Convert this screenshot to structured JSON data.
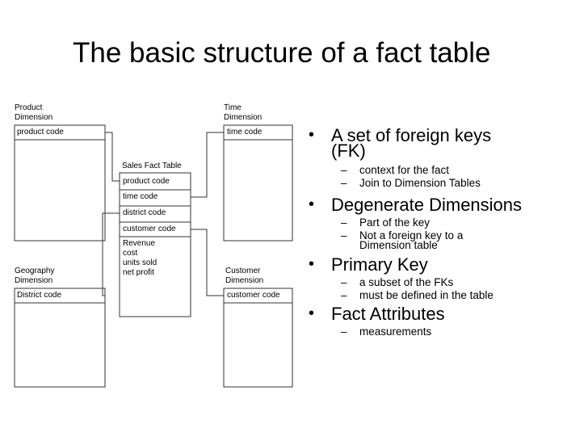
{
  "slide": {
    "title": "The basic structure of a fact table"
  },
  "diagram": {
    "product_dimension": {
      "label_line1": "Product",
      "label_line2": "Dimension",
      "field": "product code"
    },
    "time_dimension": {
      "label_line1": "Time",
      "label_line2": "Dimension",
      "field": "time code"
    },
    "geography_dimension": {
      "label_line1": "Geography",
      "label_line2": "Dimension",
      "field": "District code"
    },
    "customer_dimension": {
      "label_line1": "Customer",
      "label_line2": "Dimension",
      "field": "customer code"
    },
    "fact_table": {
      "label": "Sales Fact Table",
      "keys": [
        "product code",
        "time code",
        "district code",
        "customer code"
      ],
      "measures": [
        "Revenue",
        "cost",
        "units sold",
        "net profit"
      ]
    }
  },
  "bullets": [
    {
      "text_line1": "A set of foreign keys",
      "text_line2": "(FK)",
      "subs": [
        {
          "line1": "context for the fact"
        },
        {
          "line1": "Join to Dimension Tables"
        }
      ]
    },
    {
      "text_line1": "Degenerate Dimensions",
      "subs": [
        {
          "line1": "Part of the key"
        },
        {
          "line1": "Not a foreign key to a",
          "line2": "Dimension table"
        }
      ]
    },
    {
      "text_line1": "Primary Key",
      "subs": [
        {
          "line1": "a subset of the FKs"
        },
        {
          "line1": "must be defined in the table"
        }
      ]
    },
    {
      "text_line1": "Fact Attributes",
      "subs": [
        {
          "line1": "measurements"
        }
      ]
    }
  ],
  "glyphs": {
    "bullet": "•",
    "dash": "–"
  }
}
